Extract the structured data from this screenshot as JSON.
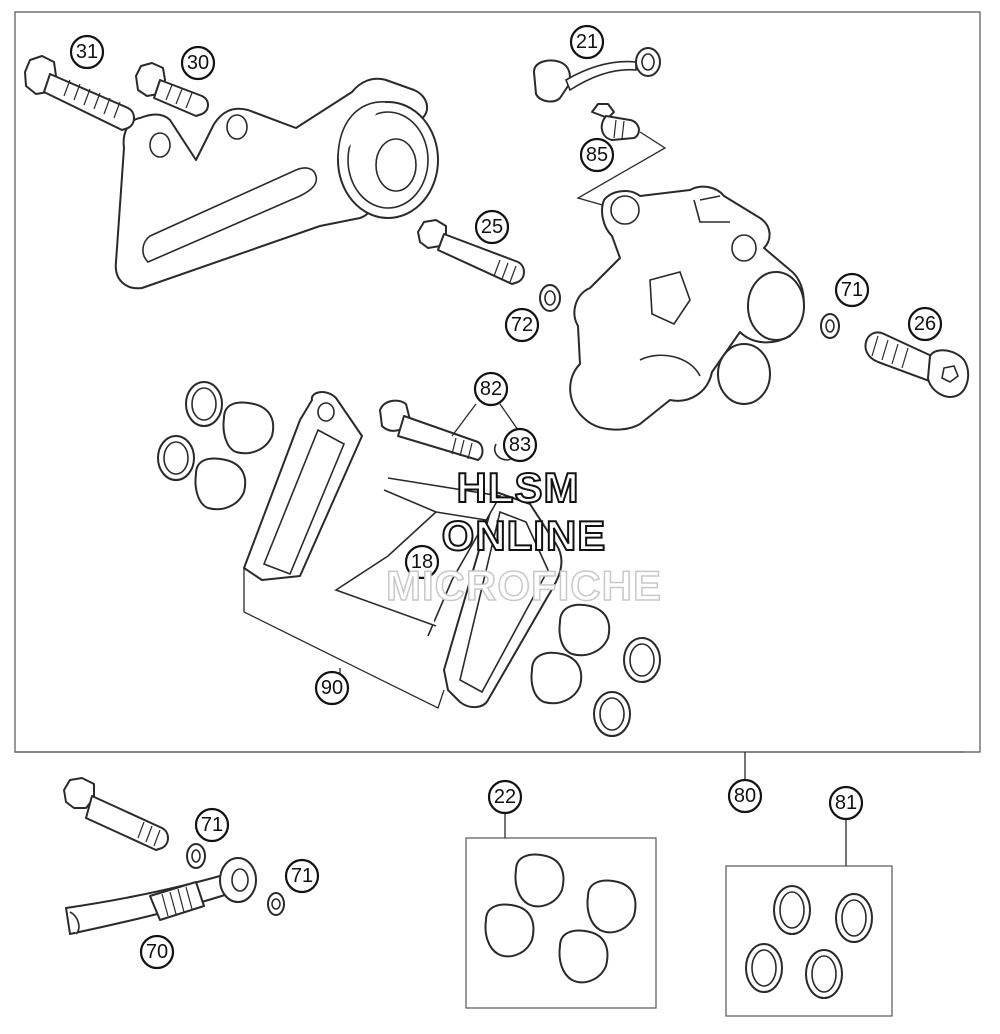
{
  "watermark": {
    "line1": "HLSM",
    "line2": "ONLINE",
    "line3": "MICROFICHE"
  },
  "callouts": {
    "c31": "31",
    "c30": "30",
    "c21": "21",
    "c85": "85",
    "c25": "25",
    "c72": "72",
    "c71a": "71",
    "c26": "26",
    "c82": "82",
    "c83": "83",
    "c18": "18",
    "c90": "90",
    "c80": "80",
    "c22": "22",
    "c81": "81",
    "c71b": "71",
    "c71c": "71",
    "c70": "70"
  },
  "colors": {
    "line": "#2a2a2a",
    "background": "#ffffff",
    "watermark_faded": "#c8c8c8"
  }
}
